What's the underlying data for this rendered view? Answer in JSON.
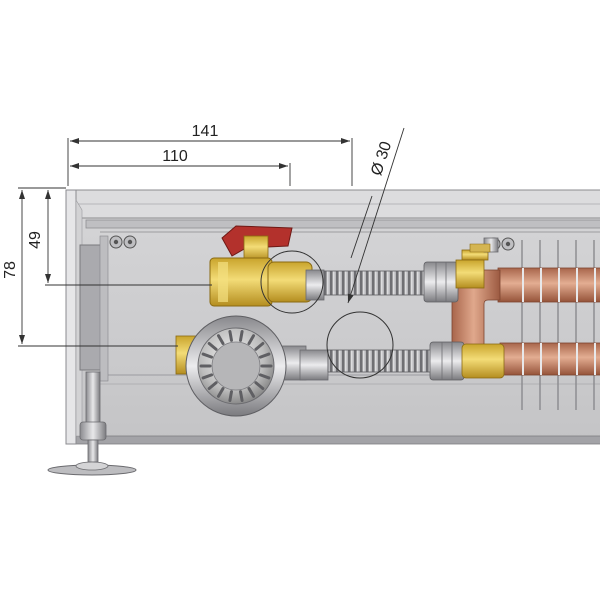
{
  "diagram": {
    "type": "technical drawing",
    "dimensions": {
      "width_141": "141",
      "width_110": "110",
      "height_78": "78",
      "height_49": "49",
      "diameter_30": "Ø 30"
    }
  },
  "colors": {
    "housing": "#c9c9cb",
    "housing_dark": "#8e8e92",
    "brass": "#e2c34a",
    "copper": "#c98a6e",
    "valve_handle": "#b3312c",
    "dimension_line": "#333333"
  }
}
